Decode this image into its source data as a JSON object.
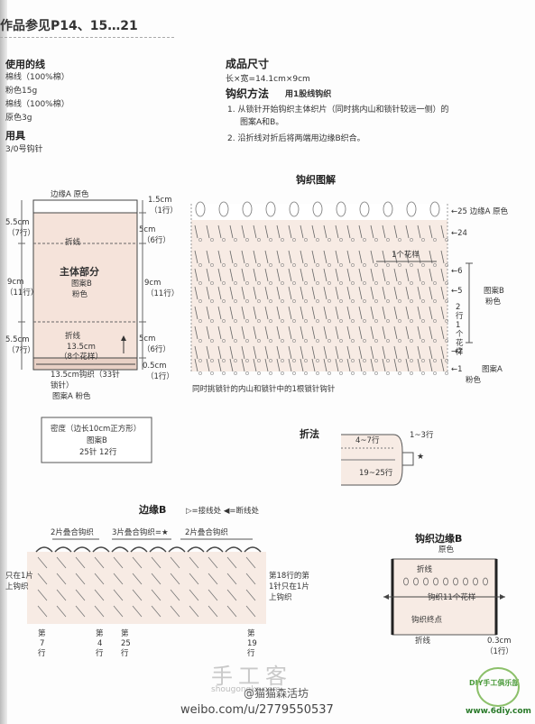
{
  "header": {
    "title": "作品参见P14、15…21"
  },
  "materials": {
    "yarn_heading": "使用的线",
    "yarn_lines": [
      "棉线（100%棉）",
      "粉色15g",
      "棉线（100%棉）",
      "原色3g"
    ],
    "tools_heading": "用具",
    "tools_line": "3/0号钩针"
  },
  "spec": {
    "size_heading": "成品尺寸",
    "size_value": "长×宽=14.1cm×9cm",
    "method_heading": "钩织方法",
    "method_yarn": "用1股线钩织",
    "steps": [
      "1. 从锁针开始钩织主体织片（同时挑内山和锁针较远一侧）的",
      "图案A和B。",
      "2. 沿折线对折后将两端用边缘B织合。"
    ]
  },
  "body_diagram": {
    "edge_top": "边缘A  原色",
    "main_part": "主体部分",
    "pattern": "图案B",
    "color": "粉色",
    "fold_label": "折线",
    "width_label": "13.5cm",
    "width_stitches": "（8个花样）",
    "chain_label": "13.5cm钩织（33针",
    "chain_label2": "锁针）",
    "bottom_pattern": "图案A   粉色",
    "left_dims": [
      {
        "cm": "5.5cm",
        "rows": "（7行）"
      },
      {
        "cm": "9cm",
        "rows": "（11行）"
      },
      {
        "cm": "5.5cm",
        "rows": "（7行）"
      }
    ],
    "right_dims": [
      {
        "cm": "1.5cm",
        "rows": "（1行）"
      },
      {
        "cm": "5cm",
        "rows": "（6行）"
      },
      {
        "cm": "9cm",
        "rows": "（11行）"
      },
      {
        "cm": "5cm",
        "rows": "（6行）"
      },
      {
        "cm": "0.5cm",
        "rows": "（1行）"
      }
    ]
  },
  "gauge": {
    "line1": "密度（边长10cm正方形）",
    "line2": "图案B",
    "line3": "25针   12行"
  },
  "chart": {
    "title": "钩织图解",
    "row_labels": [
      "←25 边缘A  原色",
      "←24",
      "←6",
      "←5",
      "→2",
      "←1"
    ],
    "repeat_label": "1个花样",
    "repeat_side": "2行1个花样",
    "pattern_b": "图案B",
    "pattern_b_color": "粉色",
    "pattern_a": "图案A",
    "pattern_a_color": "粉色",
    "caption": "同时挑锁针的内山和锁针中的1根锁针钩针"
  },
  "fold": {
    "title": "折法",
    "rows_top": "4~7行",
    "rows_side": "1~3行",
    "rows_bottom": "19~25行",
    "star": "★"
  },
  "edge_b": {
    "title": "边缘B",
    "legend": "▷=接线处 ◀=断线处",
    "join2_left": "2片叠合钩织",
    "join3": "3片叠合钩织=★",
    "join2_right": "2片叠合钩织",
    "left_note1": "只在1片",
    "left_note2": "上钩织",
    "right_note": [
      "第18行的第",
      "1针只在1片",
      "上钩织"
    ],
    "row_marks": [
      {
        "a": "第",
        "b": "7",
        "c": "行"
      },
      {
        "a": "第",
        "b": "4",
        "c": "行"
      },
      {
        "a": "第",
        "b": "25",
        "c": "行"
      },
      {
        "a": "第",
        "b": "19",
        "c": "行"
      }
    ]
  },
  "edge_b_diagram": {
    "title": "钩织边缘B",
    "color": "原色",
    "fold_top": "折线",
    "repeat": "钩织11个花样",
    "end_point": "钩织终点",
    "fold_bottom": "折线",
    "dim": "0.3cm",
    "dim_rows": "（1行）"
  },
  "watermark": {
    "site": "手工客",
    "site_url": "shougongke.com",
    "weibo": "@猫猫森活坊",
    "weibo_url": "weibo.com/u/2779550537",
    "logo": "DIY手工俱乐部",
    "logo_url": "www.6diy.com"
  }
}
